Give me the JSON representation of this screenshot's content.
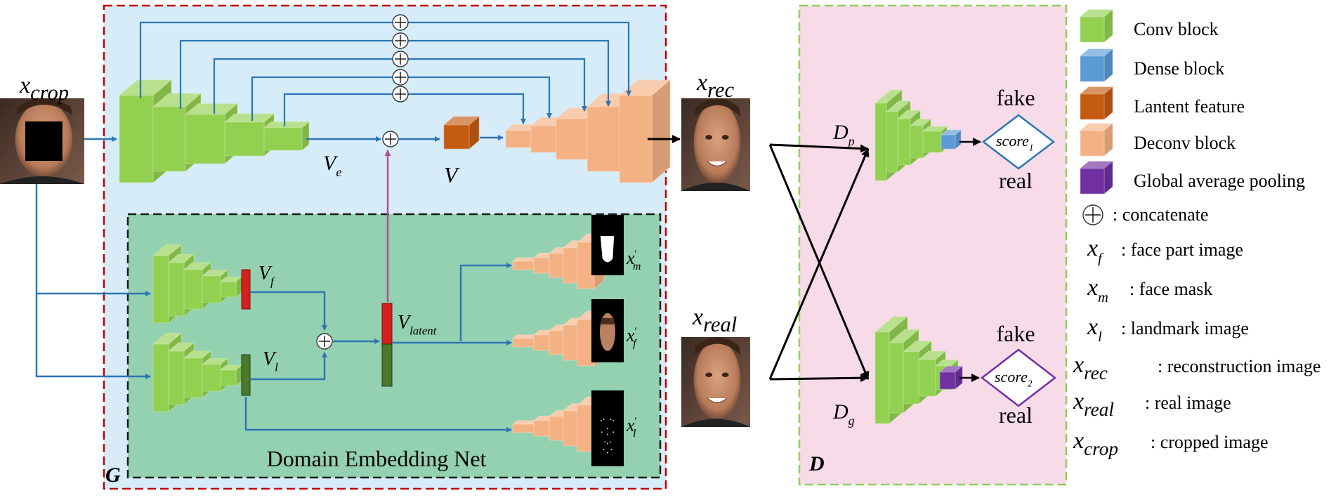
{
  "generator": {
    "tag": "G",
    "embedding_title": "Domain Embedding Net"
  },
  "discriminator": {
    "tag": "D"
  },
  "nodes": {
    "x_crop": {
      "base": "x",
      "sub": "crop"
    },
    "x_rec": {
      "base": "x",
      "sub": "rec"
    },
    "x_real": {
      "base": "x",
      "sub": "real"
    },
    "V_e": {
      "base": "V",
      "sub": "e"
    },
    "V": {
      "base": "V"
    },
    "V_f": {
      "base": "V",
      "sub": "f"
    },
    "V_l": {
      "base": "V",
      "sub": "l"
    },
    "V_latent": {
      "base": "V",
      "sub": "latent"
    },
    "x_m_out": {
      "base": "x",
      "sub": "m",
      "sup": "'"
    },
    "x_f_out": {
      "base": "x",
      "sub": "f",
      "sup": "'"
    },
    "x_l_out": {
      "base": "x",
      "sub": "l",
      "sup": "'"
    },
    "D_p": {
      "base": "D",
      "sub": "p"
    },
    "D_g": {
      "base": "D",
      "sub": "g"
    },
    "score1": {
      "base": "score",
      "sub": "1"
    },
    "score2": {
      "base": "score",
      "sub": "2"
    }
  },
  "outputs": {
    "top_fake": "fake",
    "top_real": "real",
    "bottom_fake": "fake",
    "bottom_real": "real"
  },
  "legend": [
    {
      "kind": "conv",
      "label": "Conv block",
      "color": "#92d050"
    },
    {
      "kind": "dense",
      "label": "Dense block",
      "color": "#5b9bd5"
    },
    {
      "kind": "latent",
      "label": "Lantent feature",
      "color": "#c55a11"
    },
    {
      "kind": "deconv",
      "label": "Deconv block",
      "color": "#f4b183"
    },
    {
      "kind": "gap",
      "label": "Global average pooling",
      "color": "#7030a0"
    },
    {
      "kind": "concat",
      "label": ": concatenate"
    },
    {
      "kind": "sym",
      "base": "x",
      "sub": "f",
      "label": ": face part image"
    },
    {
      "kind": "sym",
      "base": "x",
      "sub": "m",
      "label": ": face mask"
    },
    {
      "kind": "sym",
      "base": "x",
      "sub": "l",
      "label": ": landmark image"
    },
    {
      "kind": "sym",
      "base": "x",
      "sub": "rec",
      "label": ": reconstruction image"
    },
    {
      "kind": "sym",
      "base": "x",
      "sub": "real",
      "label": ": real image"
    },
    {
      "kind": "sym",
      "base": "x",
      "sub": "crop",
      "label": ": cropped image"
    }
  ],
  "colors": {
    "generator_bg": "#d6ecf8",
    "generator_border": "#c00000",
    "embedding_bg": "#93d1b0",
    "discriminator_bg": "#f8dbe8",
    "discriminator_border": "#8fcf5a",
    "arrow": "#2e75b6",
    "latent_link": "#b0509a",
    "score1": "#2e75b6",
    "score2": "#7030a0",
    "code_red": "#d42020",
    "code_green": "#4a7a2c"
  }
}
